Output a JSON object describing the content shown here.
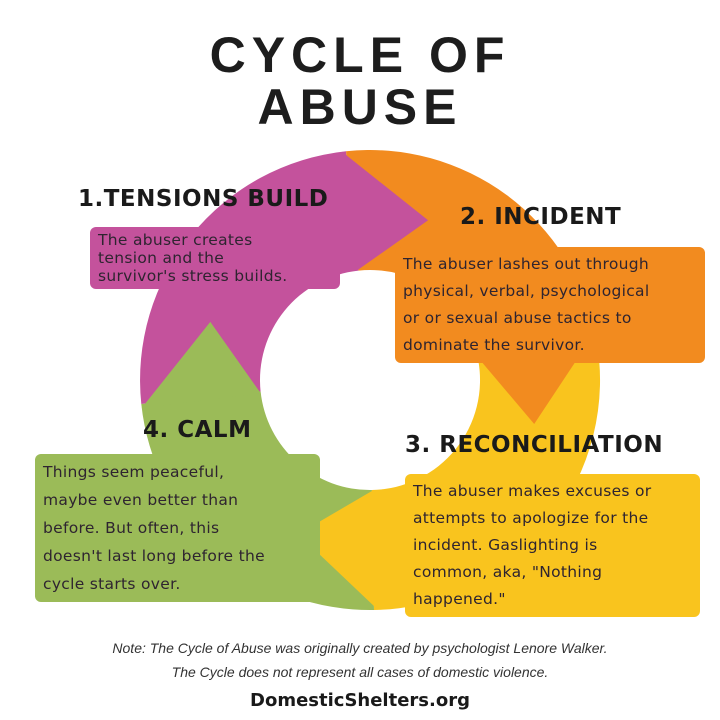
{
  "title": {
    "line1": "CYCLE OF",
    "line2": "ABUSE"
  },
  "colors": {
    "tension": "#c4529c",
    "incident": "#f28b1f",
    "reconciliation": "#f9c41e",
    "calm": "#9bbb58"
  },
  "stages": [
    {
      "heading": "1.TENSIONS BUILD",
      "lines": [
        "The abuser creates",
        "tension and the",
        "survivor's stress builds."
      ]
    },
    {
      "heading": "2. INCIDENT",
      "lines": [
        "The abuser lashes out through",
        "physical, verbal, psychological",
        "or or sexual abuse tactics to",
        "dominate the survivor."
      ]
    },
    {
      "heading": "3. RECONCILIATION",
      "lines": [
        "The abuser makes excuses or",
        "attempts to apologize for the",
        "incident. Gaslighting is",
        "common, aka, \"Nothing",
        "happened.\""
      ]
    },
    {
      "heading": "4. CALM",
      "lines": [
        "Things seem peaceful,",
        "maybe even better than",
        "before. But often, this",
        "doesn't last long before the",
        "cycle starts over."
      ]
    }
  ],
  "footer": {
    "note1": "Note: The Cycle of Abuse was originally created by psychologist Lenore Walker.",
    "note2": "The Cycle does not represent all cases of domestic violence.",
    "site": "DomesticShelters.org"
  }
}
